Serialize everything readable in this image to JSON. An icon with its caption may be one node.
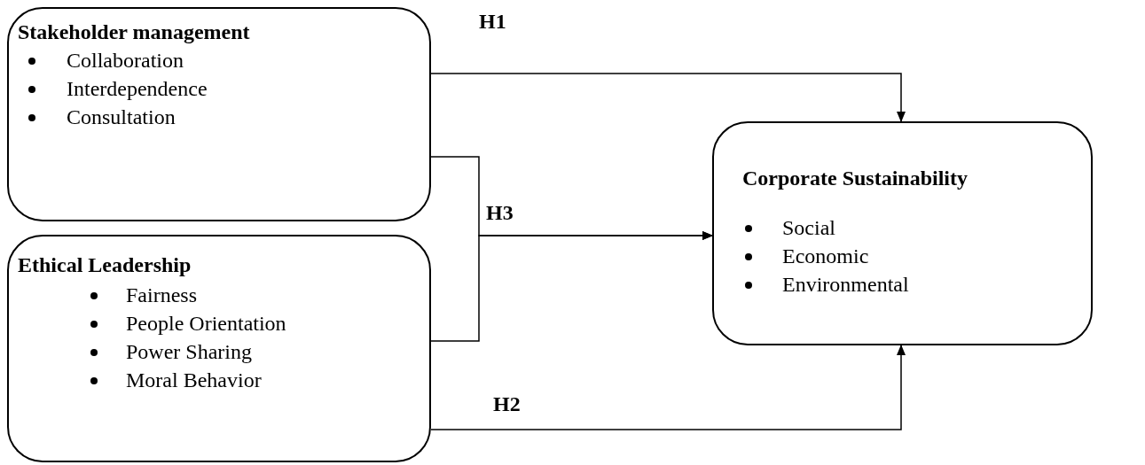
{
  "diagram": {
    "nodes": [
      {
        "text": [
          "Stakeholder management",
          "Collaboration",
          "Interdependence",
          "Consultation"
        ]
      },
      {
        "text": [
          "Ethical Leadership",
          "Fairness",
          "People Orientation",
          "Power Sharing",
          "Moral Behavior"
        ]
      },
      {
        "text": [
          "Corporate Sustainability",
          "Social",
          "Economic",
          "Environmental"
        ]
      }
    ],
    "edges": [
      {
        "from": 0,
        "to": 2,
        "arrow": "to",
        "label": "H1"
      },
      {
        "from": 1,
        "to": 2,
        "arrow": "to",
        "label": "H2"
      },
      {
        "from": 0,
        "to": 2,
        "arrow": "to",
        "label": "H3"
      },
      {
        "from": 1,
        "to": 2,
        "arrow": "to"
      }
    ]
  }
}
